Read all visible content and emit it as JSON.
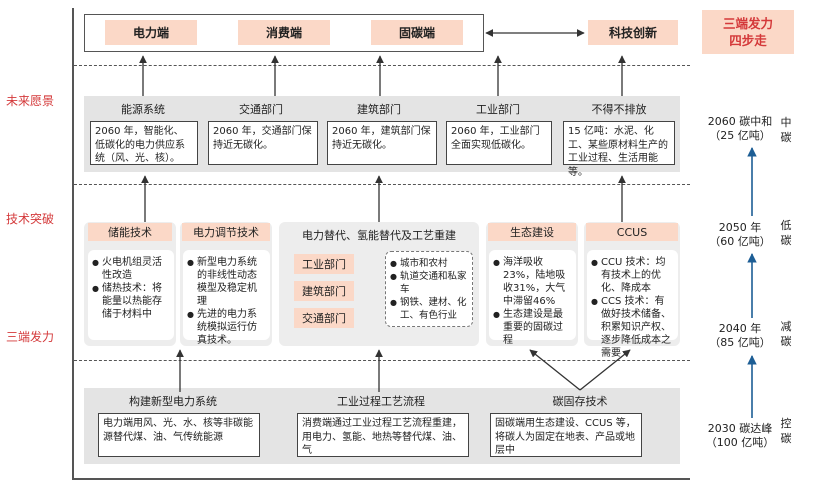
{
  "left_labels": {
    "future_vision": "未来愿景",
    "tech_breakthrough": "技术突破",
    "three_ends_force": "三端发力"
  },
  "top_row": {
    "ends": [
      "电力端",
      "消费端",
      "固碳端"
    ],
    "tech_innovation": "科技创新"
  },
  "title": {
    "line1": "三端发力",
    "line2": "四步走"
  },
  "vision": {
    "headers": [
      "能源系统",
      "交通部门",
      "建筑部门",
      "工业部门",
      "不得不排放"
    ],
    "texts": [
      "2060 年，智能化、低碳化的电力供应系统（风、光、核）。",
      "2060 年，交通部门保持近无碳化。",
      "2060 年，建筑部门保持近无碳化。",
      "2060 年，工业部门全面实现低碳化。",
      "15 亿吨：水泥、化工、某些原材料生产的工业过程、生活用能等。"
    ]
  },
  "tech": {
    "storage": {
      "header": "储能技术",
      "items": [
        "火电机组灵活性改造",
        "储热技术：将能量以热能存储于材料中"
      ]
    },
    "regulation": {
      "header": "电力调节技术",
      "items": [
        "新型电力系统的非线性动态模型及稳定机理",
        "先进的电力系统模拟运行仿真技术。"
      ]
    },
    "substitution": {
      "header": "电力替代、氢能替代及工艺重建",
      "sectors": [
        "工业部门",
        "建筑部门",
        "交通部门"
      ],
      "items": [
        "城市和农村",
        "轨道交通和私家车",
        "钢铁、建材、化工、有色行业"
      ]
    },
    "eco": {
      "header": "生态建设",
      "items": [
        "海洋吸收23%，陆地吸收31%，大气中滞留46%",
        "生态建设是最重要的固碳过程"
      ]
    },
    "ccus": {
      "header": "CCUS",
      "items": [
        "CCU 技术：均有技术上的优化、降成本",
        "CCS 技术：有做好技术储备、积累知识产权、逐步降低成本之需要"
      ]
    }
  },
  "foundation": {
    "headers": [
      "构建新型电力系统",
      "工业过程工艺流程",
      "碳固存技术"
    ],
    "texts": [
      "电力端用风、光、水、核等非碳能源替代煤、油、气传统能源",
      "消费端通过工业过程工艺流程重建，用电力、氢能、地热等替代煤、油、气",
      "固碳端用生态建设、CCUS 等，将碳人为固定在地表、产品或地层中"
    ]
  },
  "timeline": [
    {
      "line1": "2060 碳中和",
      "line2": "（25 亿吨）",
      "phase": [
        "中",
        "碳"
      ]
    },
    {
      "line1": "2050 年",
      "line2": "（60 亿吨）",
      "phase": [
        "低",
        "碳"
      ]
    },
    {
      "line1": "2040 年",
      "line2": "（85 亿吨）",
      "phase": [
        "减",
        "碳"
      ]
    },
    {
      "line1": "2030 碳达峰",
      "line2": "（100 亿吨）",
      "phase": [
        "控",
        "碳"
      ]
    }
  ],
  "colors": {
    "accent_red": "#d4393a",
    "salmon": "#fbd8c7",
    "panel_grey": "#e4e4e4",
    "arrow_blue": "#1d5e95"
  }
}
